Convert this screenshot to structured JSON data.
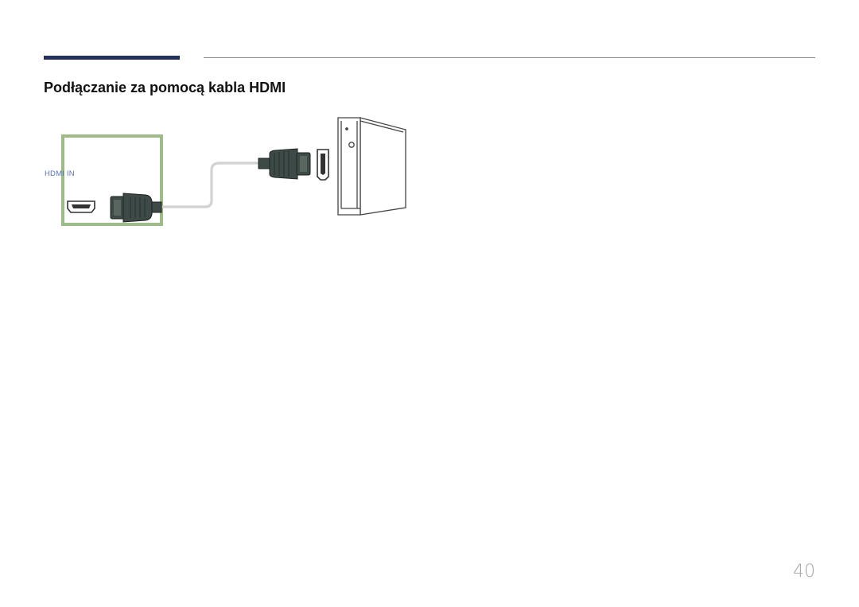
{
  "section": {
    "heading": "Podłączanie za pomocą kabla HDMI"
  },
  "diagram": {
    "port_label": "HDMI IN",
    "panel_highlight_color": "#9cbb87",
    "cable_color": "#cfcfcf",
    "connector_color": "#3e4a47",
    "icons": [
      "hdmi-port-icon",
      "hdmi-plug-icon",
      "hdmi-cable-icon",
      "pc-tower-icon"
    ]
  },
  "footer": {
    "page_number": "40"
  },
  "colors": {
    "accent_bar": "#23305a",
    "rule": "#8c8c8c",
    "page_number": "#a6a6a6",
    "port_label": "#5a74b4"
  }
}
